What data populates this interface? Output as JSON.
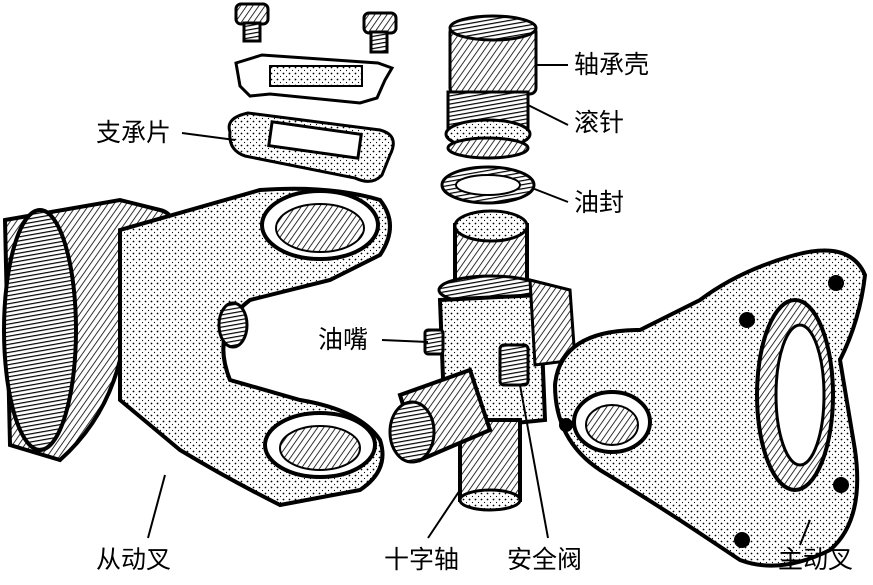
{
  "colors": {
    "ink": "#000000",
    "paper": "#ffffff"
  },
  "labels": {
    "bearing_cup": "轴承壳",
    "needle_rollers": "滚针",
    "oil_seal": "油封",
    "support_plate": "支承片",
    "grease_fitting": "油嘴",
    "driven_yoke": "从动叉",
    "cross_shaft": "十字轴",
    "safety_valve": "安全阀",
    "driving_yoke": "主动叉"
  }
}
